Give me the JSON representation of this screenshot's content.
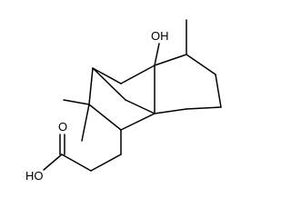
{
  "molecule": {
    "atom_labels": {
      "hydroxyl": "OH",
      "carbonyl_oxygen": "O",
      "acid_hydroxyl": "HO"
    },
    "bond_color": "#000000",
    "background_color": "#ffffff"
  }
}
